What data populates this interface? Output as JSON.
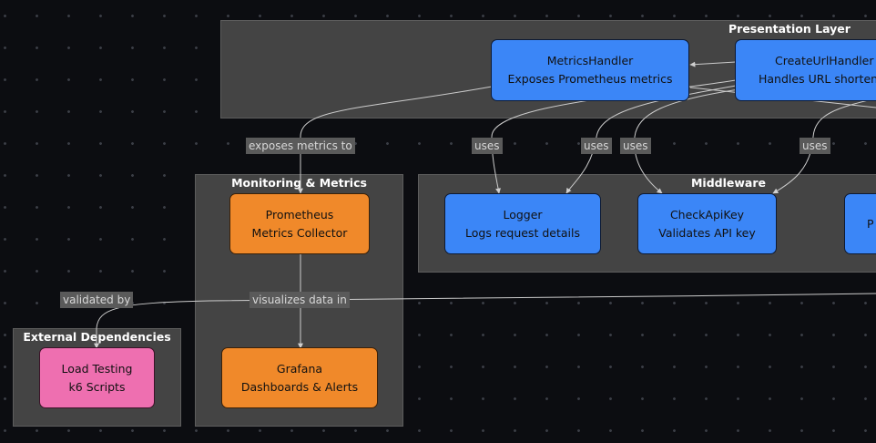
{
  "groups": {
    "presentation": "Presentation Layer",
    "monitoring": "Monitoring & Metrics",
    "middleware": "Middleware",
    "external": "External Dependencies"
  },
  "nodes": {
    "metrics_handler": {
      "line1": "MetricsHandler",
      "line2": "Exposes Prometheus metrics"
    },
    "create_url_handler": {
      "line1": "CreateUrlHandler",
      "line2": "Handles URL shortening"
    },
    "prometheus": {
      "line1": "Prometheus",
      "line2": "Metrics Collector"
    },
    "grafana": {
      "line1": "Grafana",
      "line2": "Dashboards & Alerts"
    },
    "logger": {
      "line1": "Logger",
      "line2": "Logs request details"
    },
    "check_api_key": {
      "line1": "CheckApiKey",
      "line2": "Validates API key"
    },
    "partial_node": {
      "line1": "P",
      "line2": ""
    },
    "load_testing": {
      "line1": "Load Testing",
      "line2": "k6 Scripts"
    }
  },
  "edge_labels": {
    "exposes_metrics_to": "exposes metrics to",
    "uses_1": "uses",
    "uses_2": "uses",
    "uses_3": "uses",
    "uses_4": "uses",
    "visualizes_data_in": "visualizes data in",
    "validated_by": "validated by"
  },
  "colors": {
    "background": "#0c0d11",
    "group": "#444444",
    "service": "#3b86f7",
    "monitoring": "#f0892a",
    "external": "#ee6fb0",
    "edge": "#cccccc"
  }
}
